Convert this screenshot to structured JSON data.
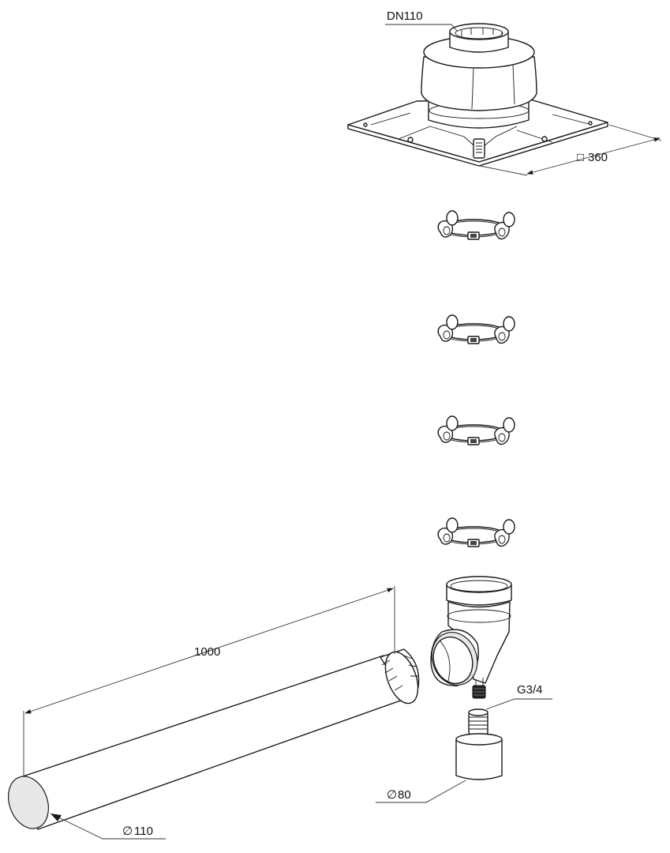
{
  "labels": {
    "dn": "DN110",
    "square": "360",
    "length": "1000",
    "pipe_diameter": "110",
    "thread": "G3/4",
    "trap_diameter": "80"
  },
  "symbols": {
    "square": "□",
    "diameter": "∅"
  }
}
